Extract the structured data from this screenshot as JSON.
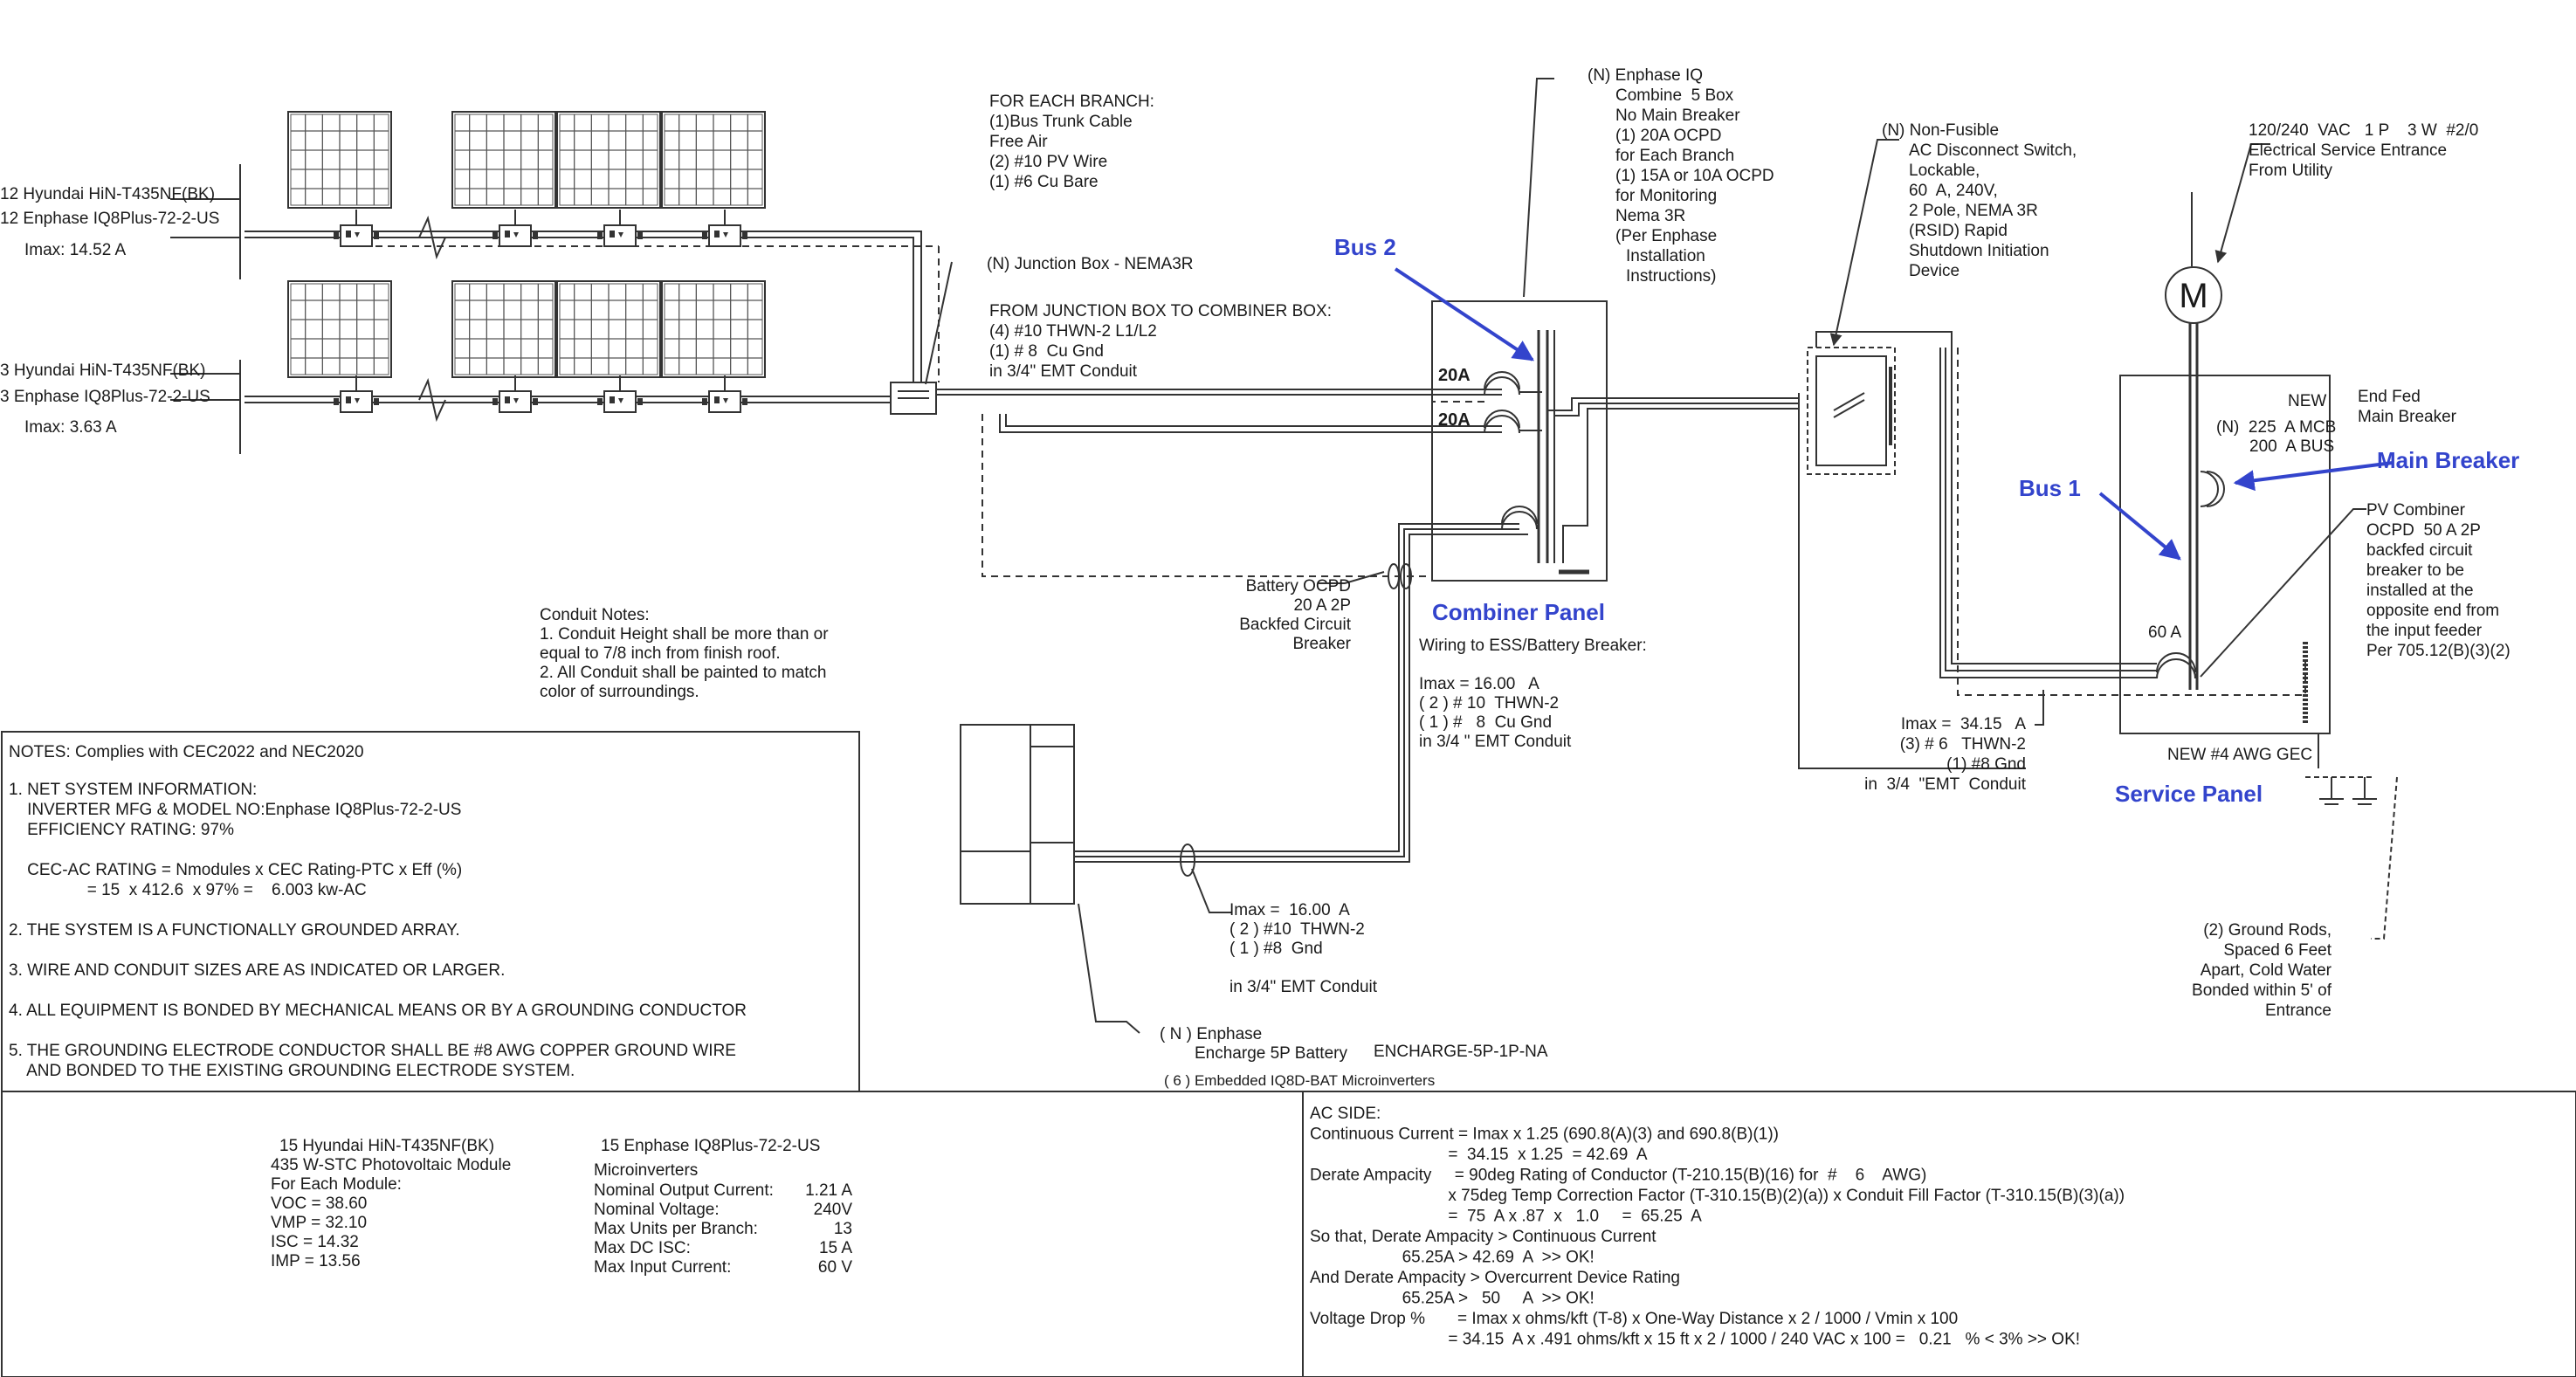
{
  "array_top": {
    "modules": "12  Hyundai HiN-T435NF(BK)",
    "inverters": "12  Enphase IQ8Plus-72-2-US",
    "imax": "Imax:  14.52  A"
  },
  "array_bottom": {
    "modules": "3   Hyundai HiN-T435NF(BK)",
    "inverters": "3   Enphase IQ8Plus-72-2-US",
    "imax": "Imax:  3.63   A"
  },
  "branch_note": [
    "FOR EACH BRANCH:",
    "(1)Bus Trunk Cable",
    "Free Air",
    "(2) #10 PV Wire",
    "(1) #6 Cu Bare"
  ],
  "junction_box": "(N) Junction Box - NEMA3R",
  "jb_to_combiner": [
    "FROM JUNCTION BOX TO COMBINER BOX:",
    "(4) #10 THWN-2 L1/L2",
    "(1) # 8  Cu Gnd",
    "in 3/4\" EMT Conduit"
  ],
  "combiner_note": [
    "(N) Enphase IQ",
    "Combine  5 Box",
    "No Main Breaker",
    "(1) 20A OCPD",
    "for Each Branch",
    "(1) 15A or 10A OCPD",
    "for Monitoring",
    "Nema 3R",
    "(Per Enphase",
    "Installation",
    "Instructions)"
  ],
  "disconnect_note": [
    "(N) Non-Fusible",
    "AC Disconnect Switch,",
    "Lockable,",
    "60  A, 240V,",
    "2 Pole, NEMA 3R",
    "(RSID) Rapid",
    "Shutdown Initiation",
    "Device"
  ],
  "service_entrance": [
    "120/240  VAC   1 P    3 W  #2/0",
    "Electrical Service Entrance",
    "From Utility"
  ],
  "meter_label": "M",
  "breaker_20a_1": "20A",
  "breaker_20a_2": "20A",
  "bus2_label": "Bus 2",
  "bus1_label": "Bus 1",
  "main_breaker_label": "Main Breaker",
  "combiner_panel_label": "Combiner Panel",
  "service_panel_label": "Service Panel",
  "battery_ocpd": [
    "Battery OCPD",
    "20 A 2P",
    "Backfed Circuit",
    "Breaker"
  ],
  "ess_wiring": [
    "Wiring to ESS/Battery Breaker:",
    "",
    "Imax = 16.00   A",
    "( 2 ) # 10  THWN-2",
    "( 1 ) #   8  Cu Gnd",
    "in 3/4 \" EMT Conduit"
  ],
  "panel_new": "NEW",
  "panel_rating": [
    "(N)  225  A MCB",
    "200  A BUS"
  ],
  "end_fed": [
    "End Fed",
    "Main Breaker"
  ],
  "pv_combiner_note": [
    "PV Combiner",
    "OCPD  50 A 2P",
    "backfed circuit",
    "breaker to be",
    "installed at the",
    "opposite end from",
    "the input feeder",
    "Per 705.12(B)(3)(2)"
  ],
  "breaker_60a": "60 A",
  "feeder": [
    "Imax =  34.15   A",
    "(3) # 6   THWN-2",
    "(1) #8 Gnd",
    "in  3/4  \"EMT  Conduit"
  ],
  "gec": "NEW     #4 AWG   GEC",
  "ground_rods": [
    "(2) Ground Rods,",
    "Spaced 6 Feet",
    "Apart, Cold Water",
    "Bonded within 5' of",
    "Entrance"
  ],
  "conduit_notes": [
    "Conduit Notes:",
    "1. Conduit Height shall be more than or",
    "equal to 7/8 inch from finish roof.",
    "2. All Conduit shall be painted to match",
    "color of surroundings."
  ],
  "battery_wiring": [
    "Imax =  16.00  A",
    "( 2 ) #10  THWN-2",
    "( 1 ) #8  Gnd",
    "",
    "in 3/4\" EMT Conduit"
  ],
  "battery_label": [
    "( N )  Enphase",
    "Encharge 5P Battery",
    "ENCHARGE-5P-1P-NA",
    "( 6 ) Embedded IQ8D-BAT Microinverters"
  ],
  "notes": {
    "header": "NOTES: Complies with CEC2022 and NEC2020",
    "lines": [
      "1. NET SYSTEM INFORMATION:",
      "    INVERTER MFG & MODEL NO:Enphase IQ8Plus-72-2-US",
      "    EFFICIENCY RATING: 97%",
      "",
      "    CEC-AC RATING = Nmodules x CEC Rating-PTC x Eff (%)",
      "                 = 15  x 412.6  x 97% =    6.003 kw-AC",
      "",
      "2. THE SYSTEM IS A FUNCTIONALLY GROUNDED ARRAY.",
      "",
      "3. WIRE AND CONDUIT SIZES ARE AS INDICATED OR LARGER.",
      "",
      "4. ALL EQUIPMENT IS BONDED BY MECHANICAL MEANS OR BY A GROUNDING CONDUCTOR",
      "",
      "5. THE GROUNDING ELECTRODE CONDUCTOR SHALL BE #8 AWG COPPER GROUND WIRE",
      "    AND BONDED TO THE EXISTING GROUNDING ELECTRODE SYSTEM."
    ]
  },
  "module_spec": [
    "15   Hyundai HiN-T435NF(BK)",
    "435 W-STC Photovoltaic Module",
    "For Each Module:",
    "VOC =  38.60",
    "VMP =  32.10",
    "ISC  =  14.32",
    "IMP  =  13.56"
  ],
  "inverter_spec": {
    "title": "15    Enphase IQ8Plus-72-2-US",
    "subtitle": "Microinverters",
    "rows": [
      [
        "Nominal Output Current:",
        "1.21 A"
      ],
      [
        "Nominal Voltage:",
        "240V"
      ],
      [
        "Max Units per Branch:",
        "13"
      ],
      [
        "Max DC ISC:",
        "15 A"
      ],
      [
        "Max Input Current:",
        "60 V"
      ]
    ]
  },
  "ac_side": [
    "AC SIDE:",
    "Continuous Current = Imax x 1.25 (690.8(A)(3) and 690.8(B)(1))",
    "                              =  34.15  x 1.25  = 42.69  A",
    "Derate Ampacity     = 90deg Rating of Conductor (T-210.15(B)(16) for  #    6    AWG)",
    "                              x 75deg Temp Correction Factor (T-310.15(B)(2)(a)) x Conduit Fill Factor (T-310.15(B)(3)(a))",
    "                              =  75  A x .87  x   1.0     =  65.25  A",
    "So that, Derate Ampacity > Continuous Current",
    "                    65.25A > 42.69  A  >> OK!",
    "And Derate Ampacity > Overcurrent Device Rating",
    "                    65.25A >   50     A  >> OK!",
    "Voltage Drop %       = Imax x ohms/kft (T-8) x One-Way Distance x 2 / 1000 / Vmin x 100",
    "                              = 34.15  A x .491 ohms/kft x 15 ft x 2 / 1000 / 240 VAC x 100 =   0.21   % < 3% >> OK!"
  ],
  "colors": {
    "annotation": "#3344cc",
    "line": "#333333"
  }
}
